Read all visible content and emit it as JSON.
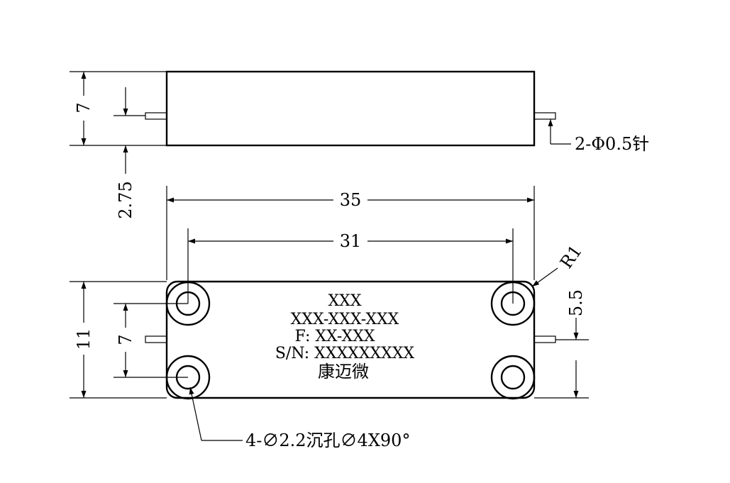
{
  "dimensions": {
    "top_height": "7",
    "pin_offset": "2.75",
    "total_length": "35",
    "hole_spacing": "31",
    "corner_radius": "R1",
    "half_width": "5.5",
    "total_width": "11",
    "hole_vertical_spacing": "7"
  },
  "callouts": {
    "pin_spec": "2-Φ0.5针",
    "hole_spec": "4-∅2.2沉孔∅4X90°"
  },
  "label": {
    "line1": "XXX",
    "line2": "XXX-XXX-XXX",
    "line3": "F: XX-XXX",
    "line4": "S/N: XXXXXXXXX",
    "line5": "康迈微"
  }
}
